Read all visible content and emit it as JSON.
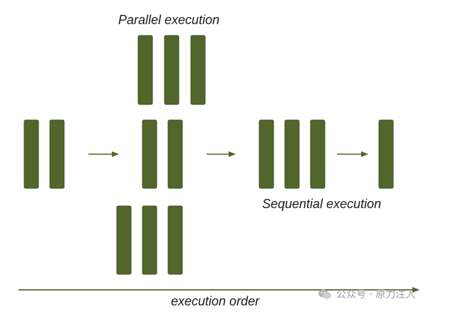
{
  "labels": {
    "parallel": "Parallel execution",
    "sequential": "Sequential execution",
    "order": "execution order"
  },
  "watermark": {
    "text": "公众号 · 原力注入",
    "icon": "wechat-icon"
  },
  "colors": {
    "block": "#52662b",
    "block_edge": "#3f5020",
    "arrow": "#52662b",
    "text": "#1a1a1a",
    "watermark": "#9a9a9a"
  },
  "groups": [
    {
      "id": "parallel-top",
      "blocks": 3
    },
    {
      "id": "stage-1",
      "blocks": 2
    },
    {
      "id": "stage-2",
      "blocks": 2
    },
    {
      "id": "parallel-bottom",
      "blocks": 3
    },
    {
      "id": "stage-3",
      "blocks": 3
    },
    {
      "id": "stage-4",
      "blocks": 1
    }
  ]
}
